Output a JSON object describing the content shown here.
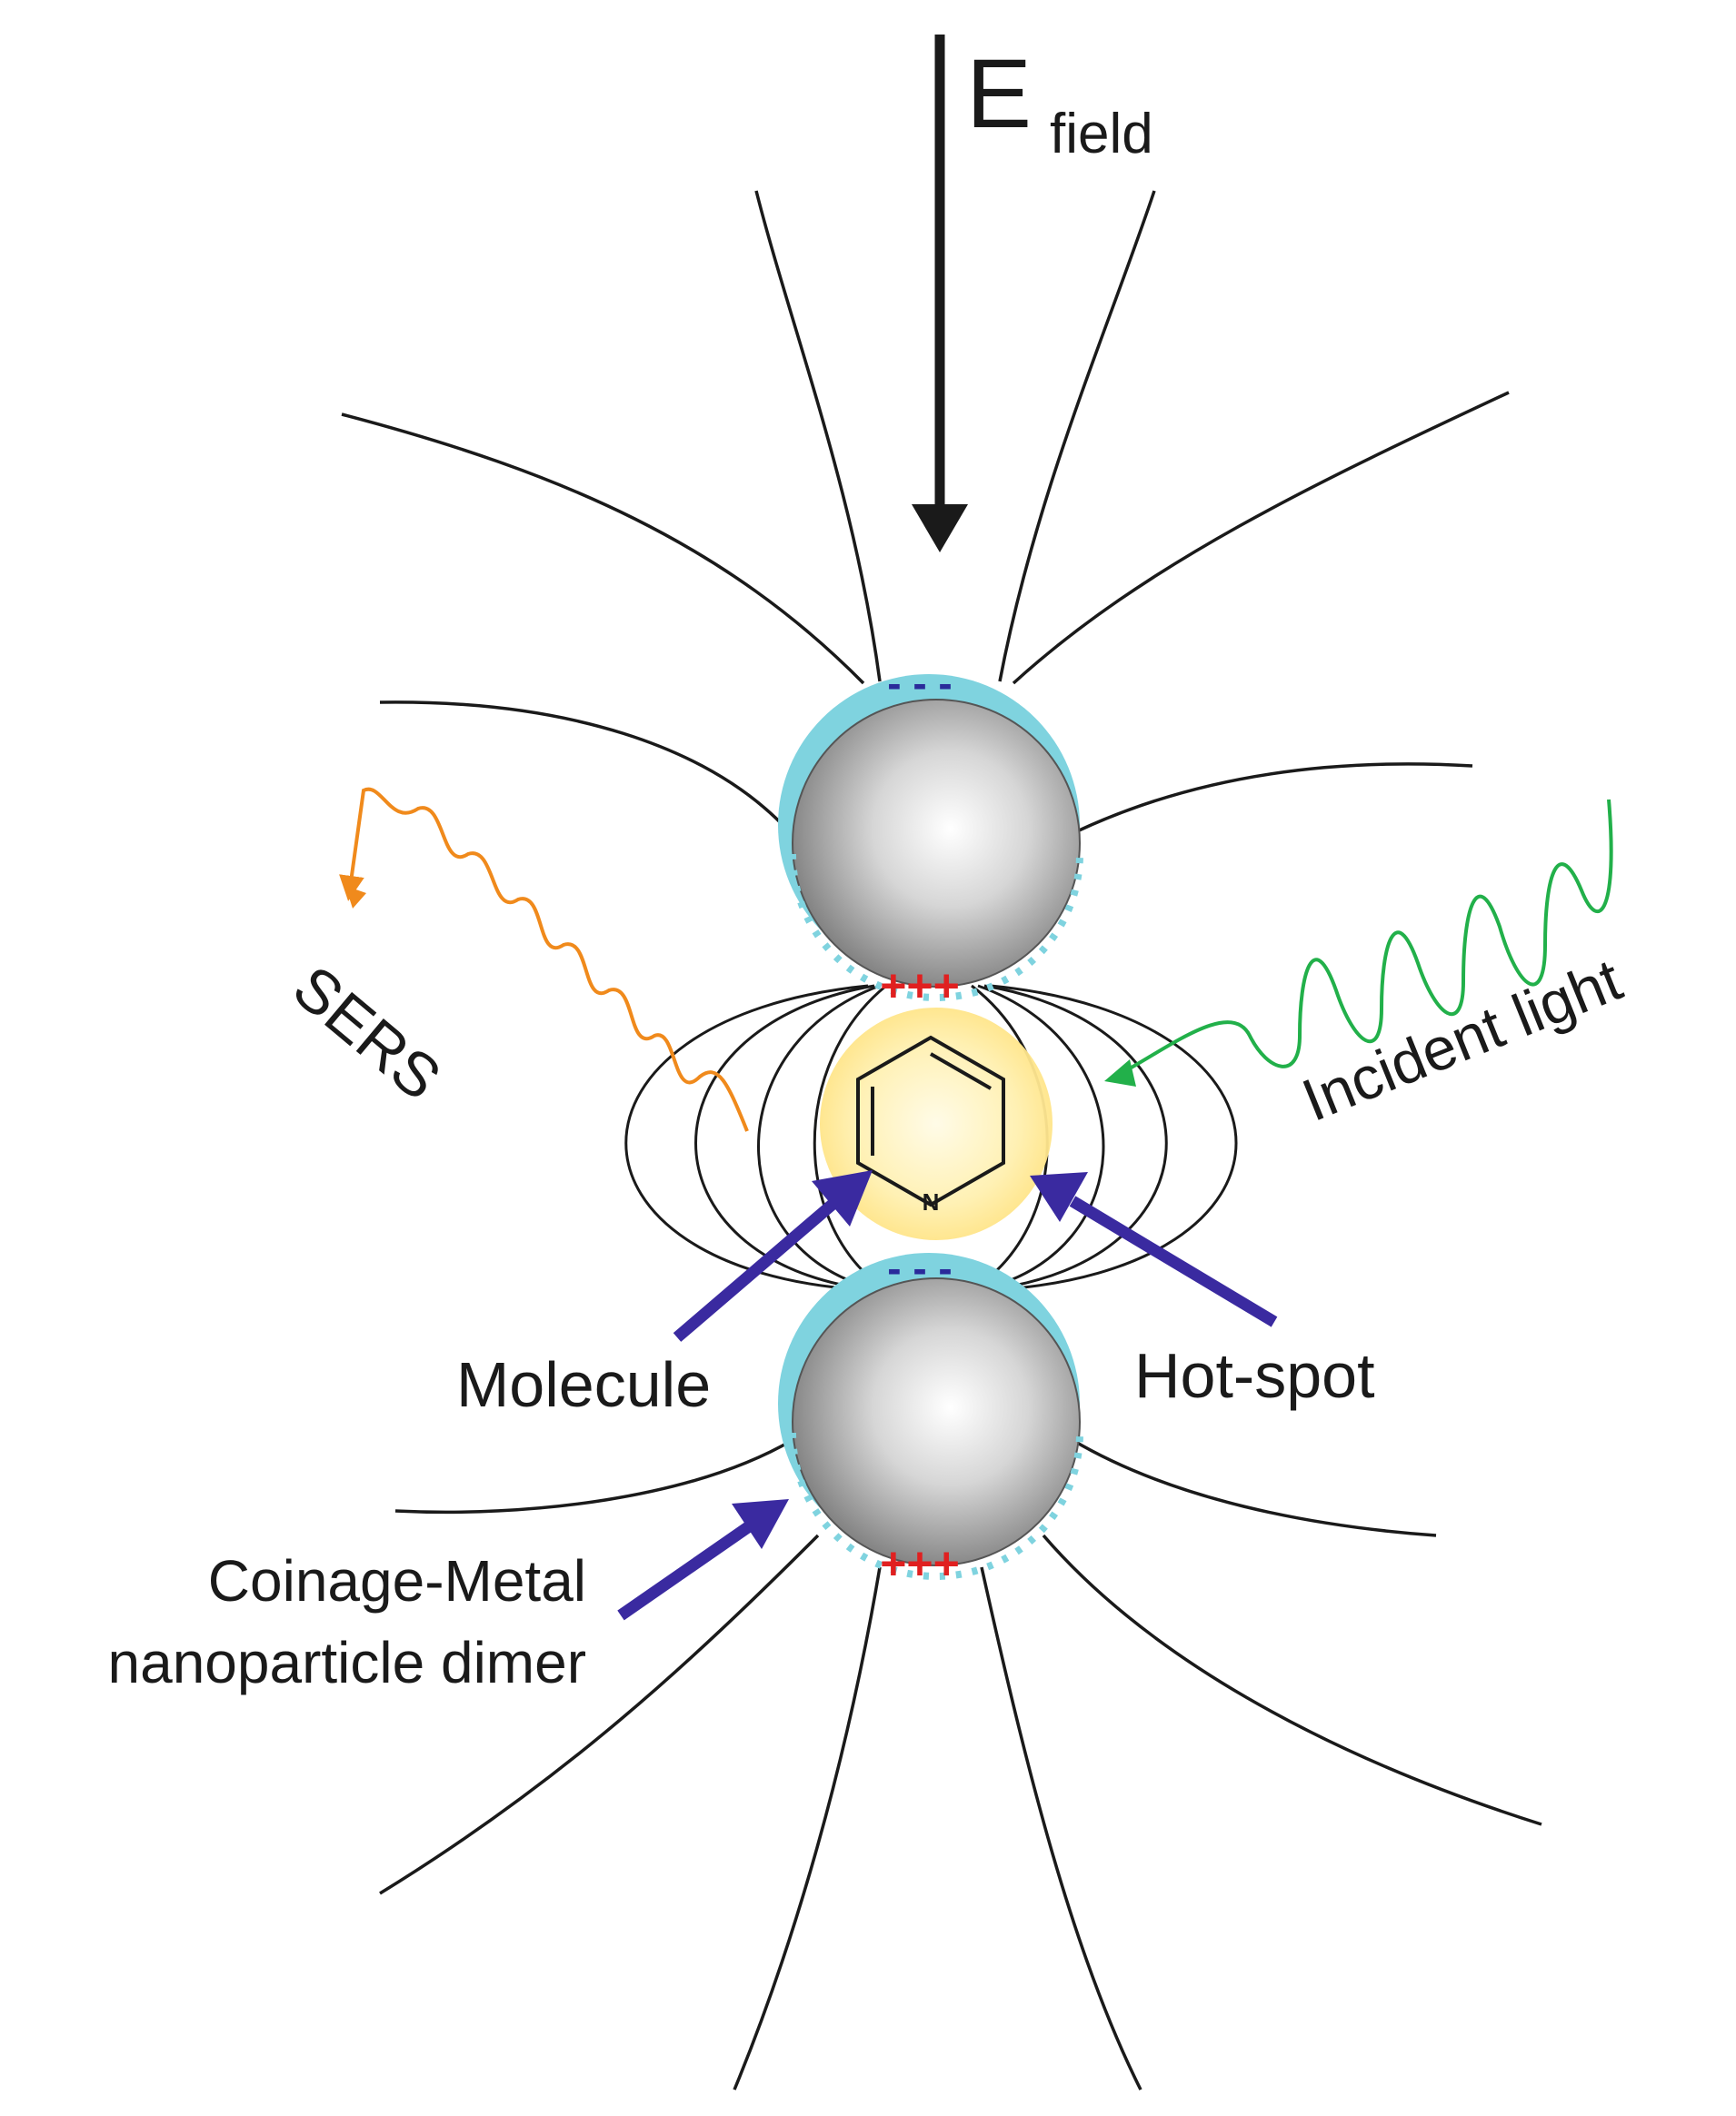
{
  "labels": {
    "efield_main": "E",
    "efield_sub": "field",
    "sers": "SERS",
    "incident_light": "Incident light",
    "molecule": "Molecule",
    "hot_spot": "Hot-spot",
    "dimer_line1": "Coinage-Metal",
    "dimer_line2": "nanoparticle dimer",
    "nitrogen": "N",
    "minus_charges": "- - -",
    "plus_charges": "+++"
  },
  "colors": {
    "field_lines": "#1a1a1a",
    "pointer_arrows": "#3a2aa0",
    "sers_wave": "#f08a1c",
    "incident_wave": "#22b04a",
    "shell": "#7fd3df",
    "hot_spot_glow": "#ffe999",
    "plus_charge": "#e02020",
    "minus_charge": "#2a2a9a"
  }
}
